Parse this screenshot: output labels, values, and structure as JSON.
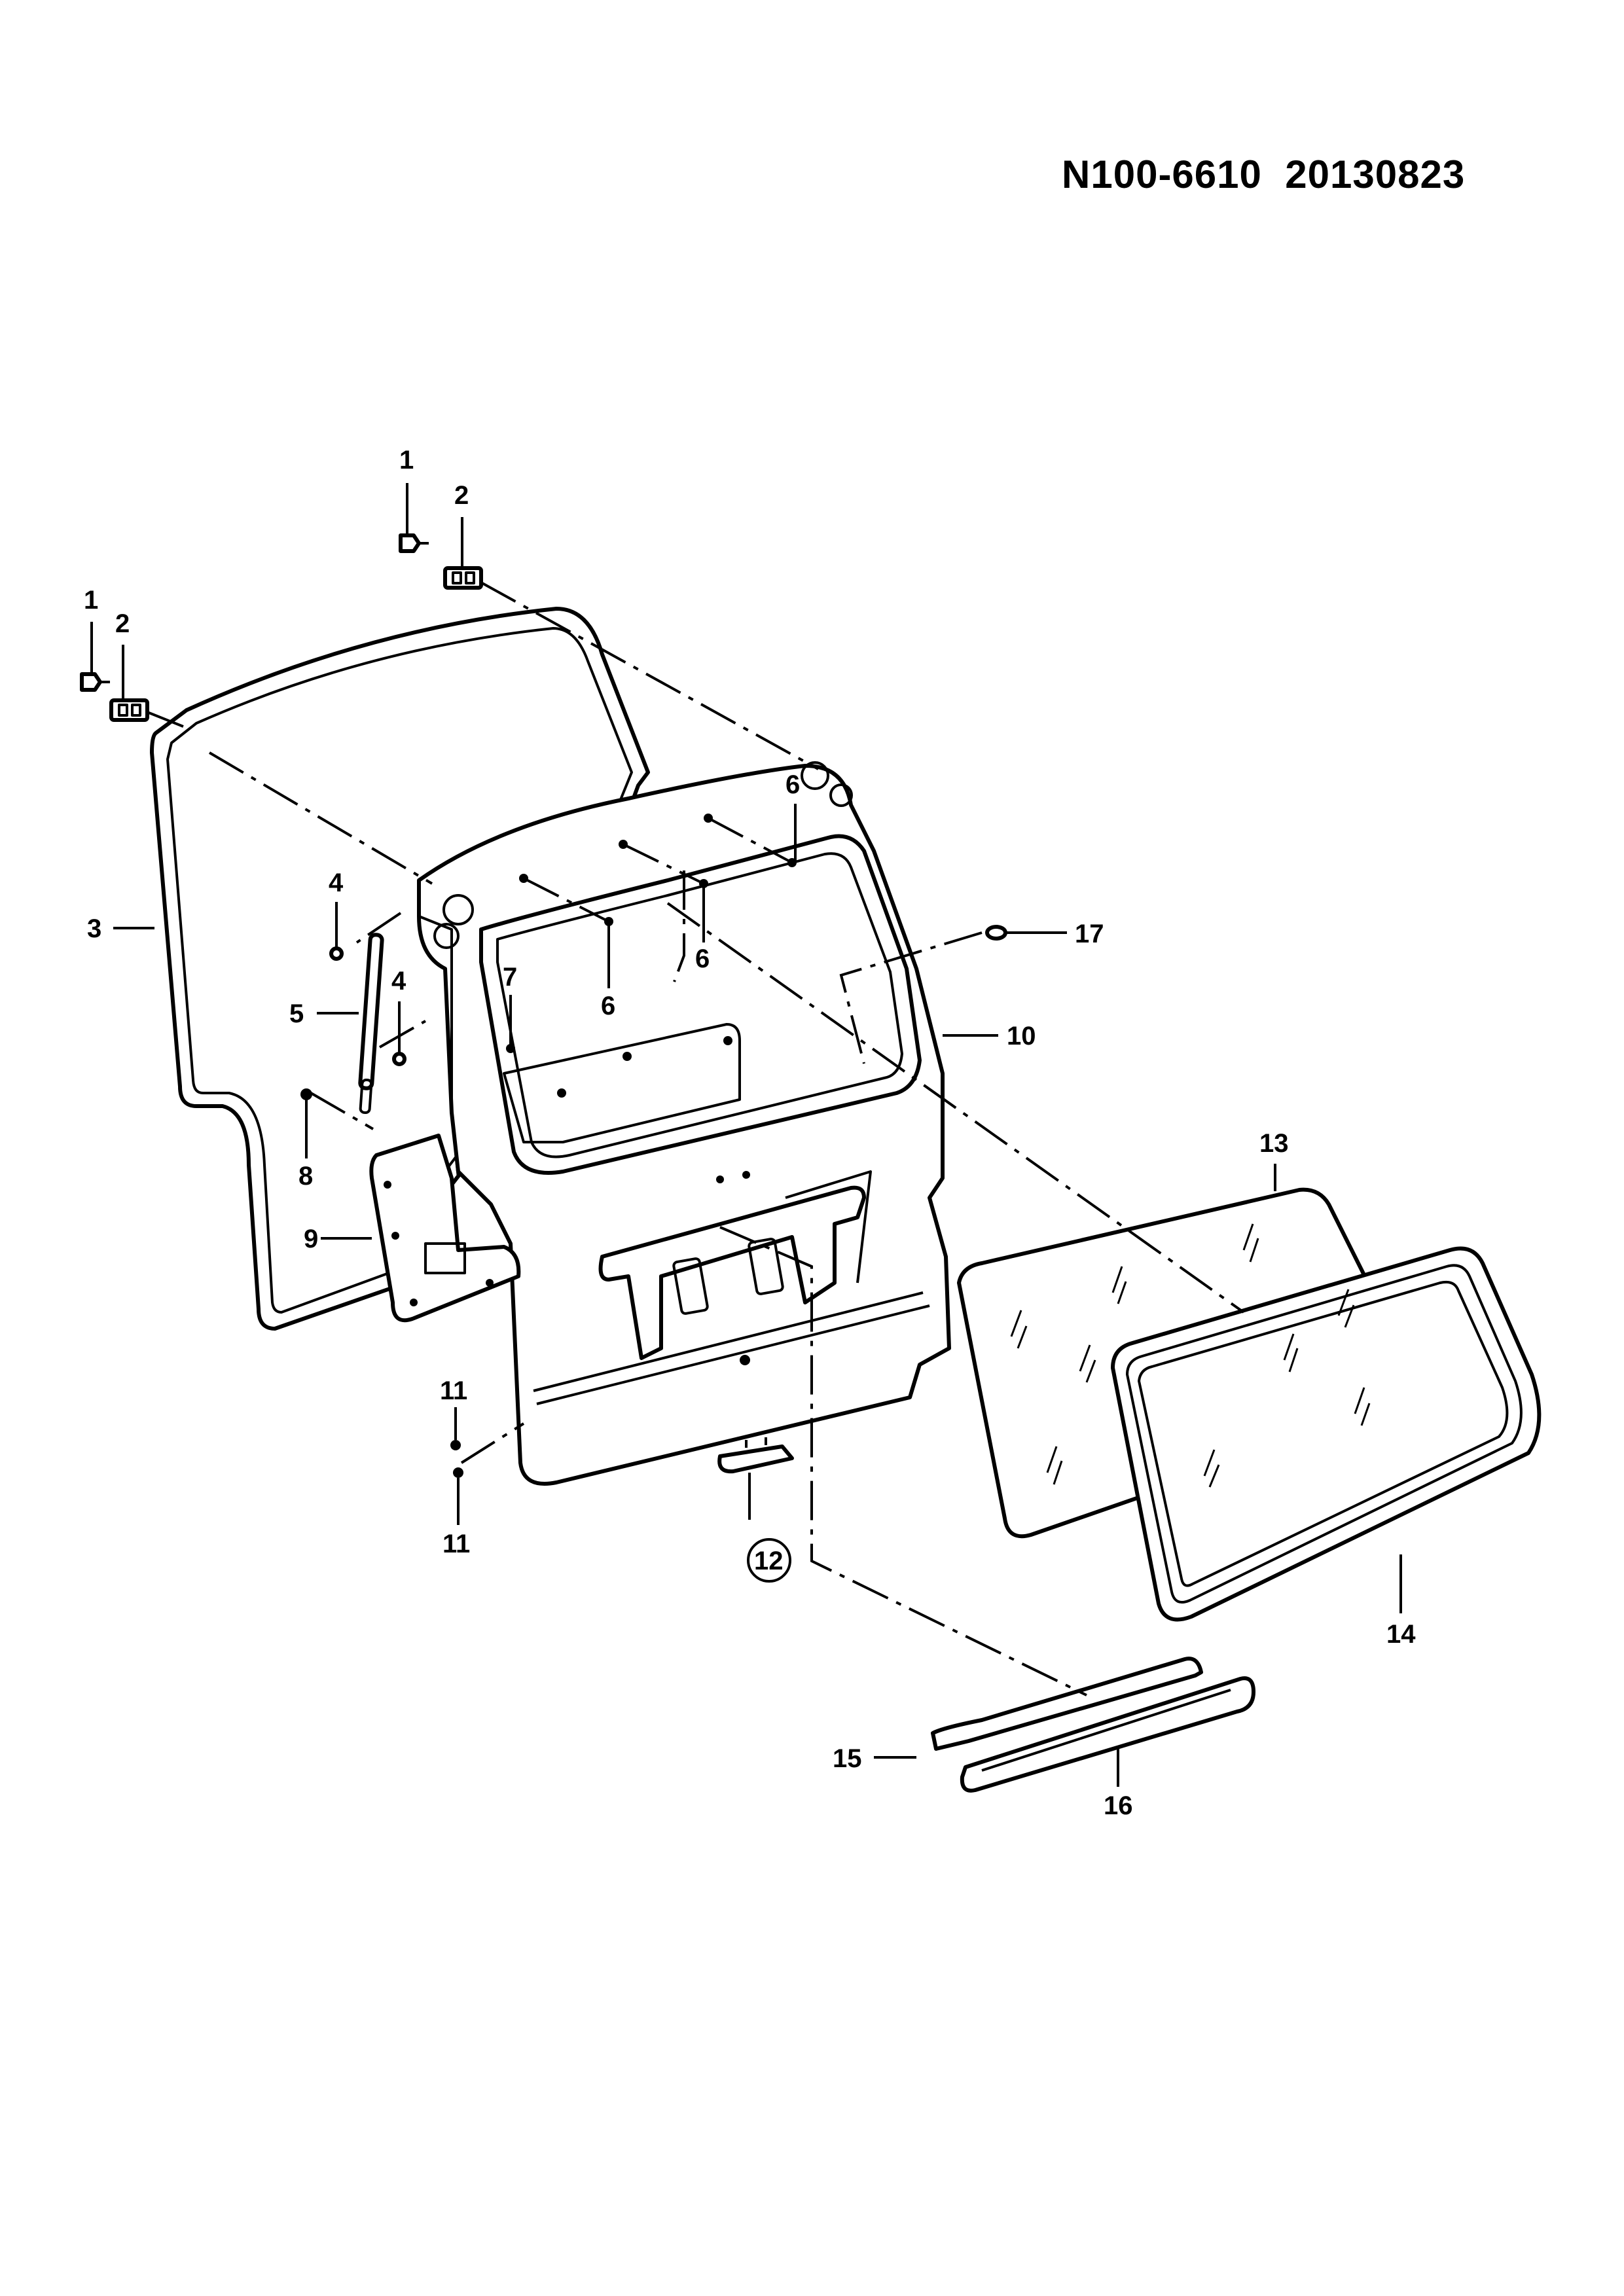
{
  "header": {
    "code": "N100-6610",
    "date": "20130823"
  },
  "callouts": {
    "c1a": "1",
    "c1b": "1",
    "c2a": "2",
    "c2b": "2",
    "c3": "3",
    "c4a": "4",
    "c4b": "4",
    "c5": "5",
    "c6a": "6",
    "c6b": "6",
    "c6c": "6",
    "c7": "7",
    "c8": "8",
    "c9": "9",
    "c10": "10",
    "c11a": "11",
    "c11b": "11",
    "c12": "12",
    "c13": "13",
    "c14": "14",
    "c15": "15",
    "c16": "16",
    "c17": "17"
  }
}
